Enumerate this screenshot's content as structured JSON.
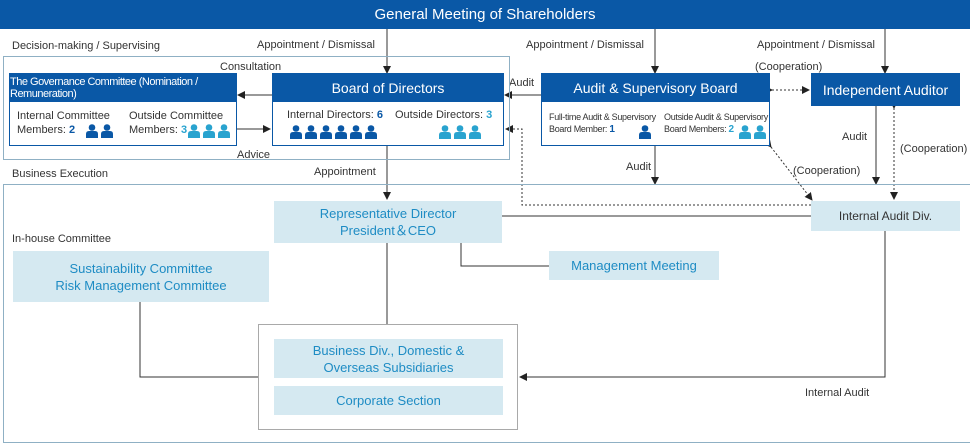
{
  "meeting": {
    "title": "General Meeting of Shareholders"
  },
  "sections": {
    "decision": "Decision-making / Supervising",
    "execution": "Business Execution",
    "inhouse": "In-house Committee"
  },
  "flows": {
    "appointment_dismissal_1": "Appointment / Dismissal",
    "appointment_dismissal_2": "Appointment / Dismissal",
    "appointment_dismissal_3": "Appointment / Dismissal",
    "consultation": "Consultation",
    "advice": "Advice",
    "audit_board": "Audit",
    "cooperation_top": "(Cooperation)",
    "appointment": "Appointment",
    "audit_exec": "Audit",
    "audit_auditor": "Audit",
    "cooperation_right": "(Cooperation)",
    "cooperation_mid": "(Cooperation)",
    "internal_audit": "Internal Audit"
  },
  "governance": {
    "title": "The Governance Committee (Nomination / Remuneration)",
    "internal_label_1": "Internal Committee",
    "internal_label_2": "Members:",
    "internal_count": "2",
    "outside_label_1": "Outside Committee",
    "outside_label_2": "Members:",
    "outside_count": "3"
  },
  "board": {
    "title": "Board of Directors",
    "internal_label": "Internal Directors:",
    "internal_count": "6",
    "outside_label": "Outside Directors:",
    "outside_count": "3"
  },
  "audit_board": {
    "title": "Audit & Supervisory Board",
    "fulltime_label_1": "Full-time Audit & Supervisory",
    "fulltime_label_2": "Board Member:",
    "fulltime_count": "1",
    "outside_label_1": "Outside Audit & Supervisory",
    "outside_label_2": "Board Members:",
    "outside_count": "2"
  },
  "independent_auditor": {
    "title": "Independent Auditor"
  },
  "representative": {
    "line1": "Representative Director",
    "line2": "President＆CEO"
  },
  "internal_audit_div": {
    "title": "Internal Audit Div."
  },
  "committees": {
    "line1": "Sustainability Committee",
    "line2": "Risk Management Committee"
  },
  "management_meeting": {
    "title": "Management Meeting"
  },
  "business_div": {
    "line1": "Business Div., Domestic &",
    "line2": "Overseas Subsidiaries"
  },
  "corporate": {
    "title": "Corporate Section"
  },
  "colors": {
    "navy": "#0a58a6",
    "light_box": "#d5e9f1",
    "light_text": "#1e8cc4",
    "cyan_person": "#29a3cf"
  }
}
